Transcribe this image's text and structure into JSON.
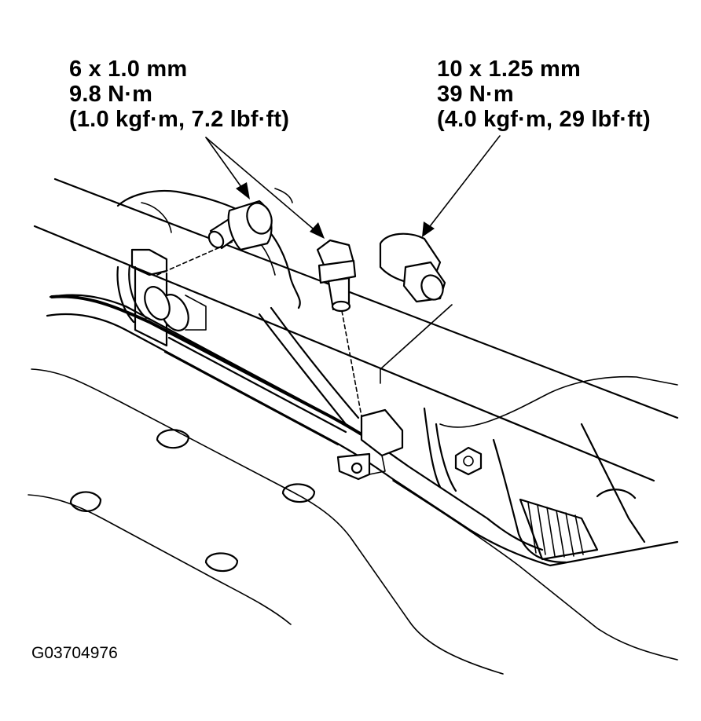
{
  "callouts": {
    "left": {
      "size": "6 x 1.0 mm",
      "torque_nm": "9.8 N·m",
      "torque_alt": "(1.0 kgf·m, 7.2 lbf·ft)"
    },
    "right": {
      "size": "10 x 1.25 mm",
      "torque_nm": "39 N·m",
      "torque_alt": "(4.0 kgf·m, 29 lbf·ft)"
    }
  },
  "figure_code": "G03704976"
}
